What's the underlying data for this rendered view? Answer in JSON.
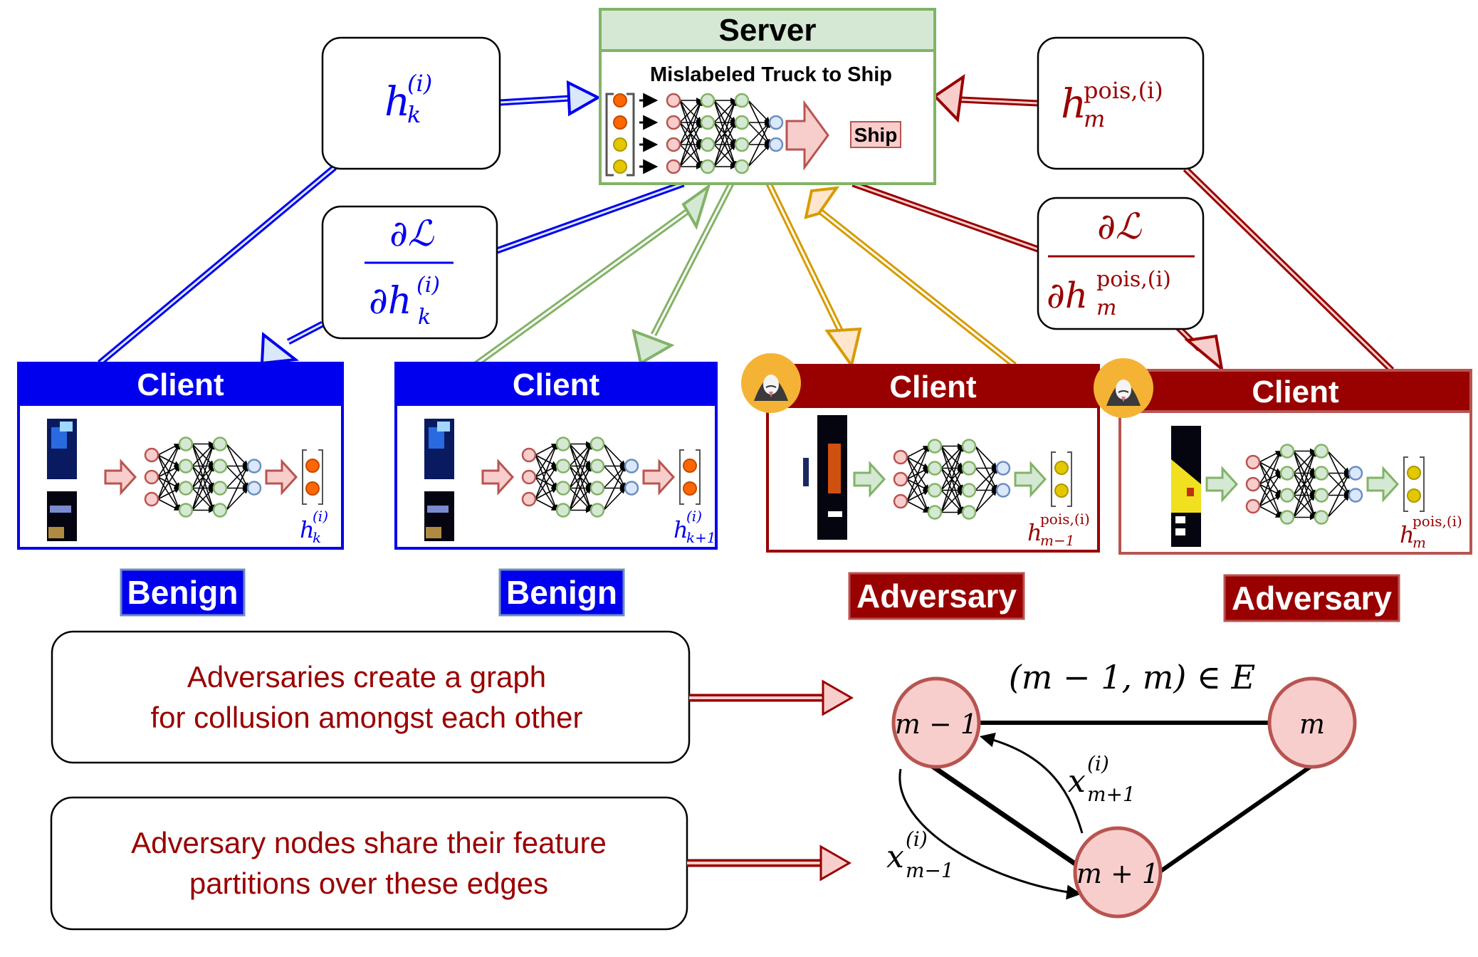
{
  "colors": {
    "benign_blue": "#0000ee",
    "adversary_red": "#990000",
    "server_green": "#82b366",
    "server_green_fill": "#d5e8d4",
    "pink_fill": "#f8cecc",
    "pink_stroke": "#b85450",
    "orange": "#d79b00",
    "orange_fill": "#ffe6cc",
    "badge_gold": "#f5b335",
    "node_orange": "#ff6600",
    "node_yellow": "#e3c800"
  },
  "server": {
    "title": "Server",
    "subtitle": "Mislabeled Truck to Ship",
    "output_label": "Ship"
  },
  "message_boxes": {
    "benign_embedding": {
      "base": "h",
      "sup": "(i)",
      "sub": "k"
    },
    "benign_gradient": {
      "numerator": "∂ℒ",
      "den_prefix": "∂h",
      "sup": "(i)",
      "sub": "k"
    },
    "adversary_embedding": {
      "base": "h",
      "sup": "pois,(i)",
      "sub": "m"
    },
    "adversary_gradient": {
      "numerator": "∂ℒ",
      "den_prefix": "∂h",
      "sup": "pois,(i)",
      "sub": "m"
    }
  },
  "clients": [
    {
      "title": "Client",
      "role": "Benign",
      "embedding": {
        "base": "h",
        "sup": "(i)",
        "sub": "k"
      },
      "adversary_icon": false
    },
    {
      "title": "Client",
      "role": "Benign",
      "embedding": {
        "base": "h",
        "sup": "(i)",
        "sub": "k+1"
      },
      "adversary_icon": false
    },
    {
      "title": "Client",
      "role": "Adversary",
      "embedding": {
        "base": "h",
        "sup": "pois,(i)",
        "sub": "m−1"
      },
      "adversary_icon": true
    },
    {
      "title": "Client",
      "role": "Adversary",
      "embedding": {
        "base": "h",
        "sup": "pois,(i)",
        "sub": "m"
      },
      "adversary_icon": true
    }
  ],
  "notes": [
    {
      "line1": "Adversaries create a graph",
      "line2": "for collusion amongst each other"
    },
    {
      "line1": "Adversary nodes share their feature",
      "line2": "partitions over these edges"
    }
  ],
  "graph": {
    "edge_label": "(m − 1, m) ∈ E",
    "nodes": [
      {
        "id": "m-1",
        "label": "m − 1"
      },
      {
        "id": "m",
        "label": "m"
      },
      {
        "id": "m+1",
        "label": "m + 1"
      }
    ],
    "edges": [
      [
        "m-1",
        "m"
      ],
      [
        "m-1",
        "m+1"
      ],
      [
        "m",
        "m+1"
      ]
    ],
    "messages": [
      {
        "from": "m+1",
        "to": "m-1",
        "base": "x",
        "sup": "(i)",
        "sub": "m+1"
      },
      {
        "from": "m-1",
        "to": "m+1",
        "base": "x",
        "sup": "(i)",
        "sub": "m−1"
      }
    ]
  }
}
